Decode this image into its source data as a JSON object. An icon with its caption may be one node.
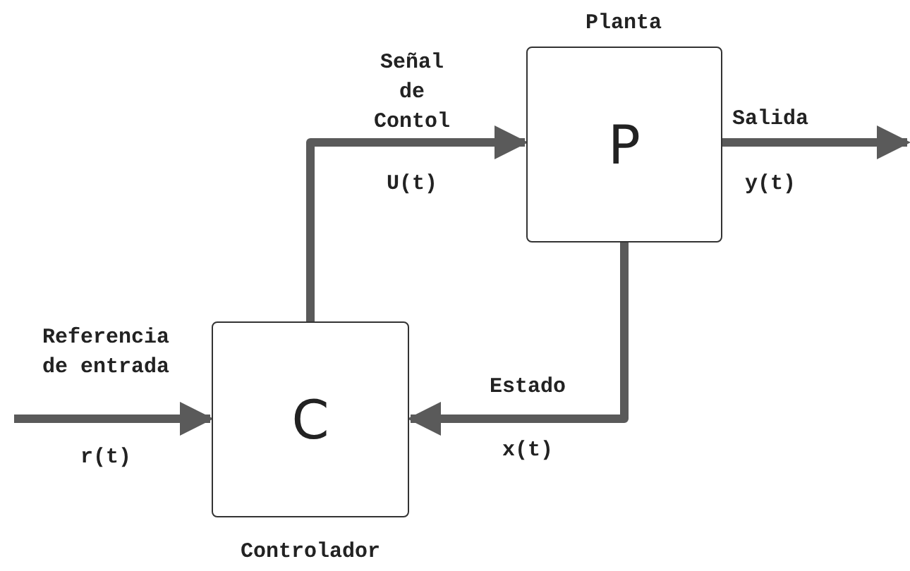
{
  "diagram": {
    "nodes": [
      {
        "text": [
          "Planta",
          "P"
        ]
      },
      {
        "text": [
          "C",
          "Controlador"
        ]
      }
    ],
    "edges": [
      {
        "from": null,
        "to": 1,
        "arrow": "to"
      },
      {
        "from": 1,
        "to": 0,
        "arrow": "to"
      },
      {
        "from": 0,
        "to": null,
        "arrow": "to"
      },
      {
        "from": 0,
        "to": 1,
        "arrow": "to"
      }
    ],
    "labels": [
      "Señal de Contol",
      "Salida",
      "U(t)",
      "y(t)",
      "Referencia de entrada",
      "Estado",
      "r(t)",
      "x(t)"
    ]
  }
}
